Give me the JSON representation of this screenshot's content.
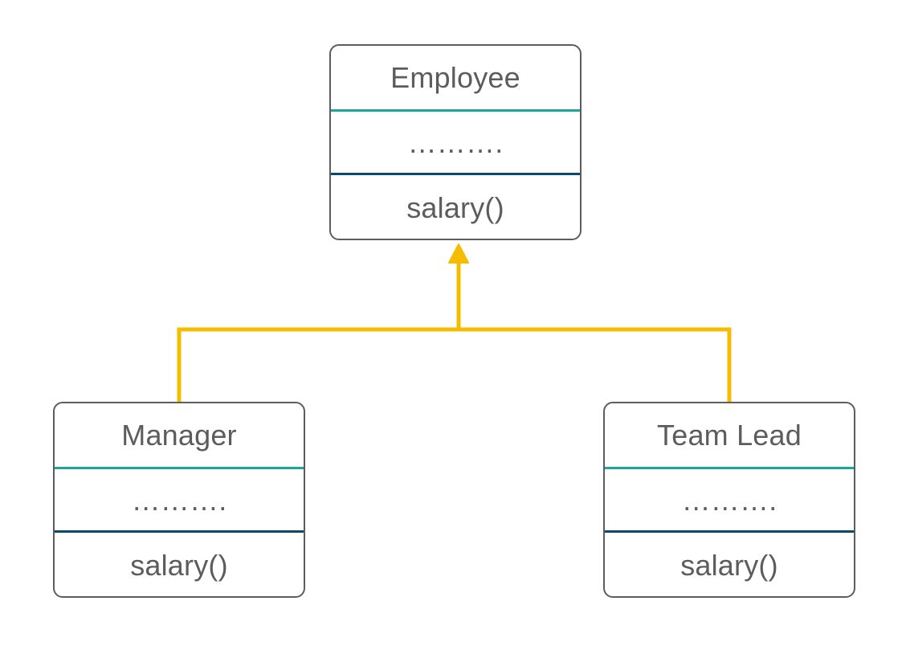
{
  "colors": {
    "box_border": "#5d5d5d",
    "text": "#5c5c5c",
    "name_divider": "#1aa79a",
    "operations_divider": "#0b4a6f",
    "inheritance_arrow": "#f5bd00"
  },
  "classes": {
    "employee": {
      "name": "Employee",
      "attributes": "……….",
      "operations": "salary()"
    },
    "manager": {
      "name": "Manager",
      "attributes": "……….",
      "operations": "salary()"
    },
    "team_lead": {
      "name": "Team Lead",
      "attributes": "……….",
      "operations": "salary()"
    }
  }
}
